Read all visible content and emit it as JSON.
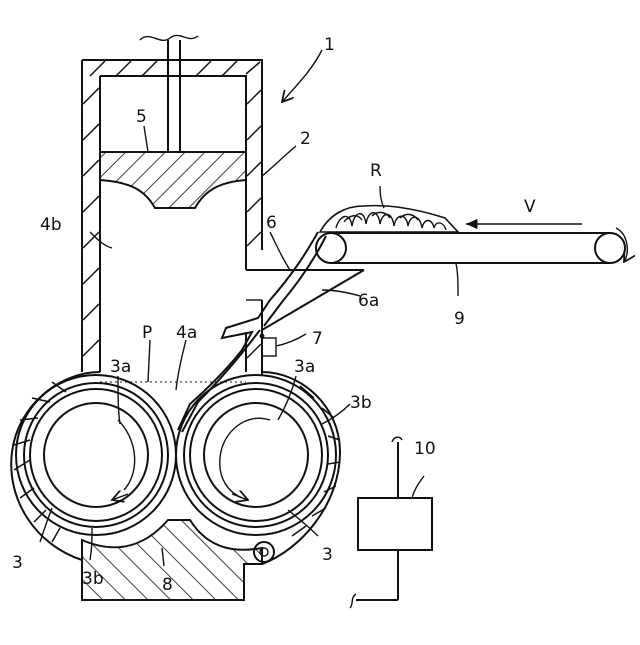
{
  "labels": {
    "l1": "1",
    "l2": "2",
    "l5": "5",
    "l4b": "4b",
    "l6": "6",
    "l6a": "6a",
    "l7": "7",
    "lP": "P",
    "l4a": "4a",
    "l3a_left": "3a",
    "l3a_right": "3a",
    "l3b_right": "3b",
    "l3b_bottom": "3b",
    "l3_left": "3",
    "l3_right": "3",
    "l8": "8",
    "l9": "9",
    "l10": "10",
    "lR": "R",
    "lV": "V"
  }
}
